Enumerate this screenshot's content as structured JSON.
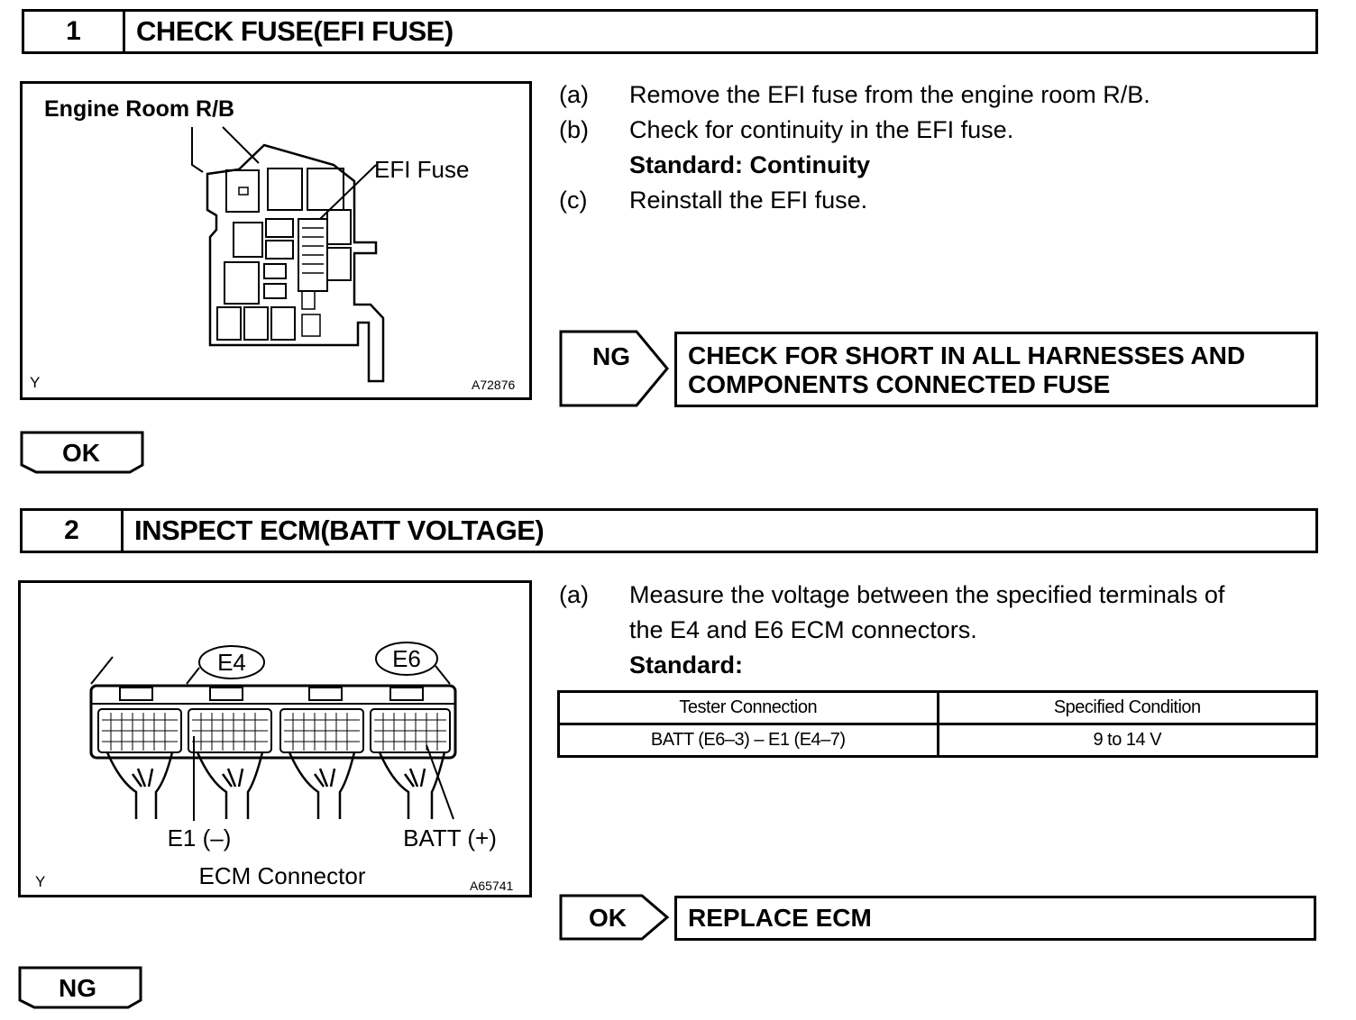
{
  "step1": {
    "number": "1",
    "title": "CHECK FUSE(EFI FUSE)",
    "figure": {
      "label_relay_block": "Engine Room R/B",
      "label_fuse": "EFI Fuse",
      "corner": "Y",
      "code": "A72876"
    },
    "instructions": [
      {
        "label": "(a)",
        "text": "Remove the EFI fuse from the engine room R/B."
      },
      {
        "label": "(b)",
        "text": "Check for continuity in the EFI fuse."
      },
      {
        "label": "",
        "text": "Standard: Continuity",
        "bold": true
      },
      {
        "label": "(c)",
        "text": "Reinstall the EFI fuse."
      }
    ],
    "ng": {
      "label": "NG",
      "action_line1": "CHECK FOR SHORT IN ALL HARNESSES AND",
      "action_line2": "COMPONENTS CONNECTED FUSE"
    },
    "ok_label": "OK"
  },
  "step2": {
    "number": "2",
    "title": "INSPECT ECM(BATT VOLTAGE)",
    "figure": {
      "label_e4": "E4",
      "label_e6": "E6",
      "label_e1": "E1 (–)",
      "label_batt": "BATT (+)",
      "label_connector": "ECM Connector",
      "corner": "Y",
      "code": "A65741"
    },
    "instructions": {
      "label": "(a)",
      "line1": "Measure the voltage between the specified terminals of",
      "line2": "the E4 and E6 ECM connectors.",
      "standard": "Standard:"
    },
    "table": {
      "headers": [
        "Tester Connection",
        "Specified Condition"
      ],
      "rows": [
        [
          "BATT (E6–3) – E1 (E4–7)",
          "9 to 14 V"
        ]
      ]
    },
    "ok": {
      "label": "OK",
      "action": "REPLACE ECM"
    },
    "ng_label": "NG"
  }
}
